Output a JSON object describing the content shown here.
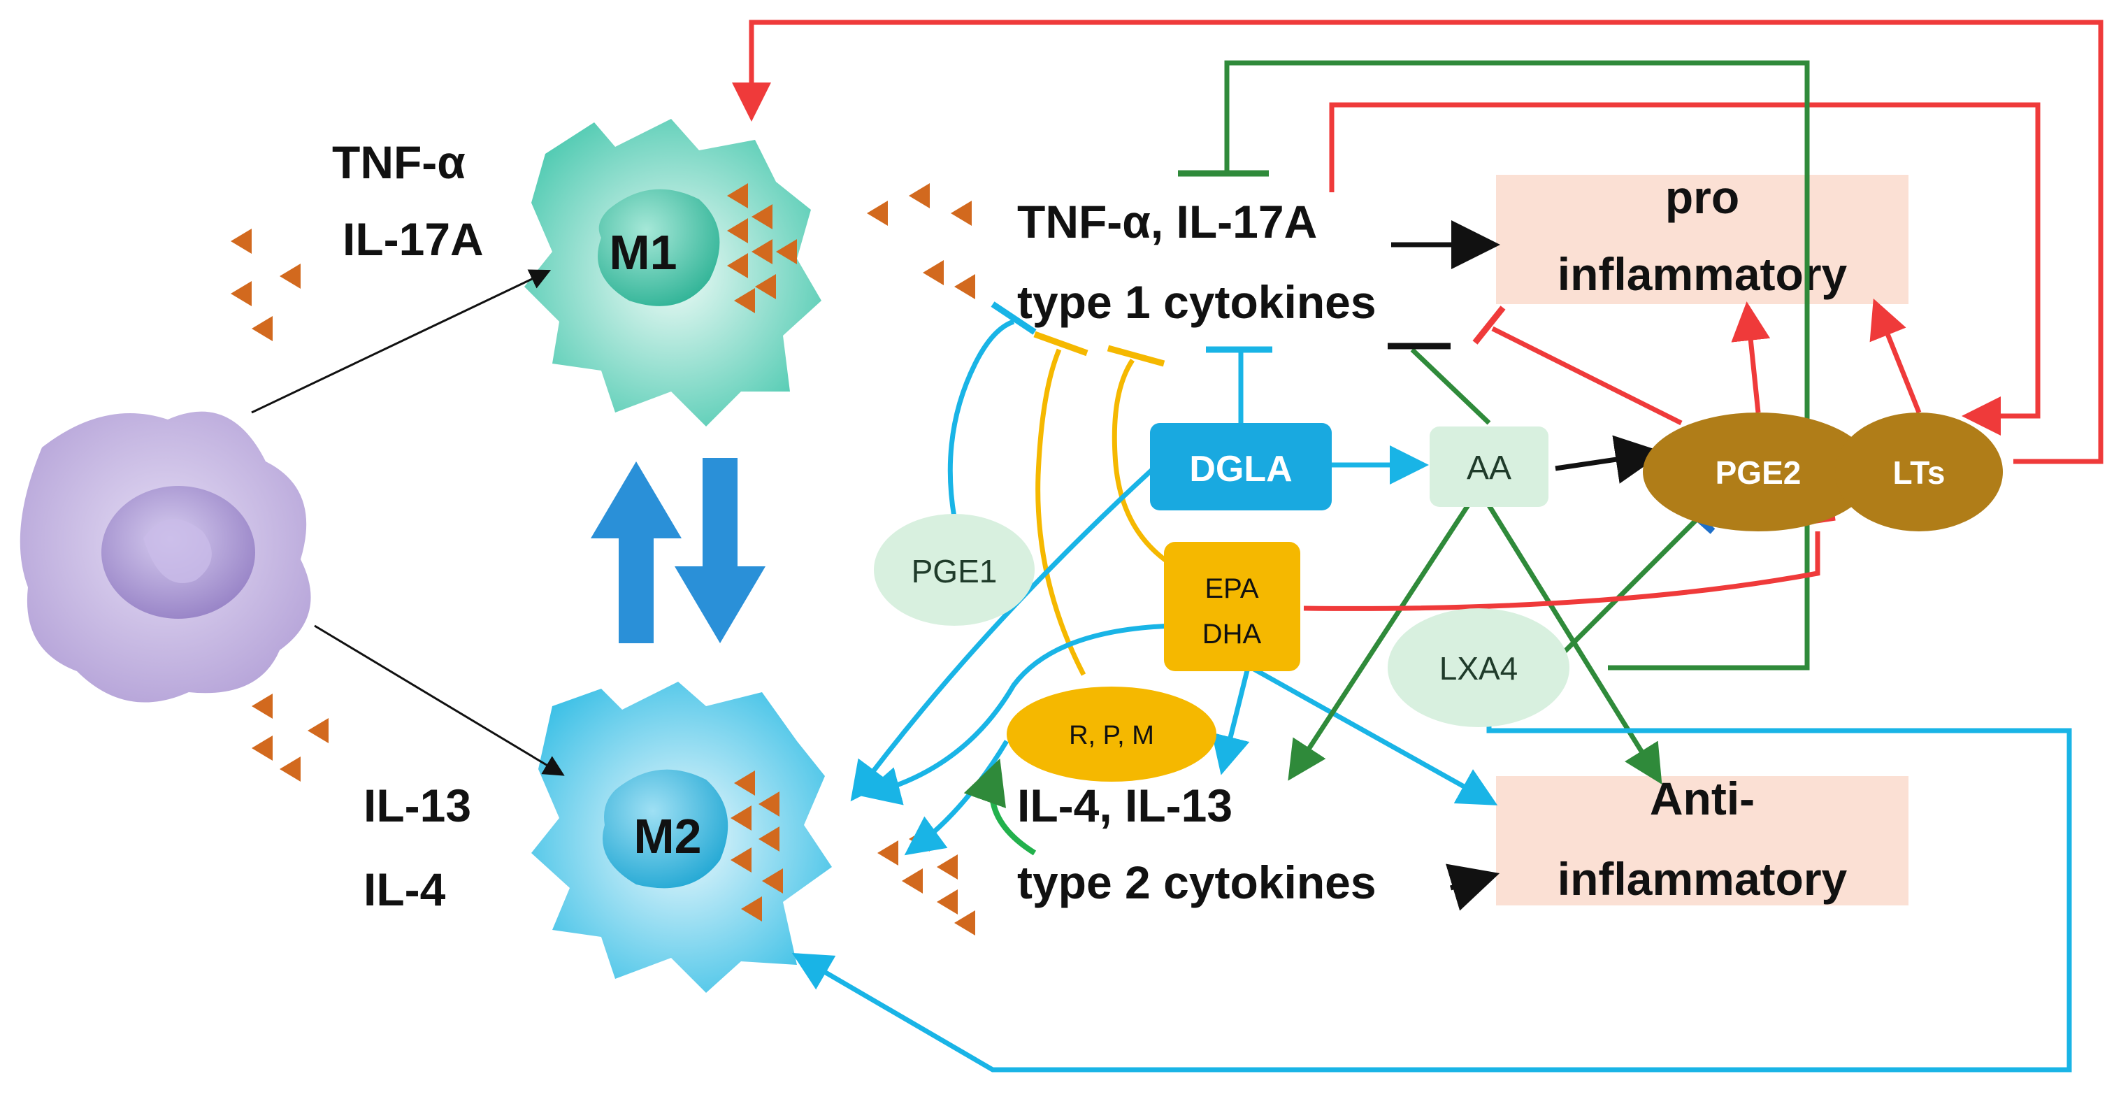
{
  "left_cytokines": {
    "m1_line1": "TNF-α",
    "m1_line2": "IL-17A",
    "m2_line1": "IL-13",
    "m2_line2": "IL-4"
  },
  "cells": {
    "m1": "M1",
    "m2": "M2"
  },
  "type1": {
    "line1": "TNF-α, IL-17A",
    "line2": "type 1 cytokines"
  },
  "type2": {
    "line1": "IL-4, IL-13",
    "line2": "type 2 cytokines"
  },
  "outcomes": {
    "pro_line1": "pro",
    "pro_line2": "inflammatory",
    "anti_line1": "Anti-",
    "anti_line2": "inflammatory"
  },
  "mediators": {
    "dgla": "DGLA",
    "aa": "AA",
    "pge2": "PGE2",
    "lts": "LTs",
    "pge1": "PGE1",
    "epa": "EPA",
    "dha": "DHA",
    "lxa4": "LXA4",
    "rpm": "R, P, M"
  },
  "colors": {
    "red": "#ef3a3a",
    "green": "#2f8a3a",
    "blue": "#19b4e6",
    "orange": "#f5b800",
    "black": "#111111",
    "brown": "#b07d18",
    "pale_green": "#d8f0df",
    "peach": "#fbe0d4",
    "triangle": "#d2691e"
  }
}
